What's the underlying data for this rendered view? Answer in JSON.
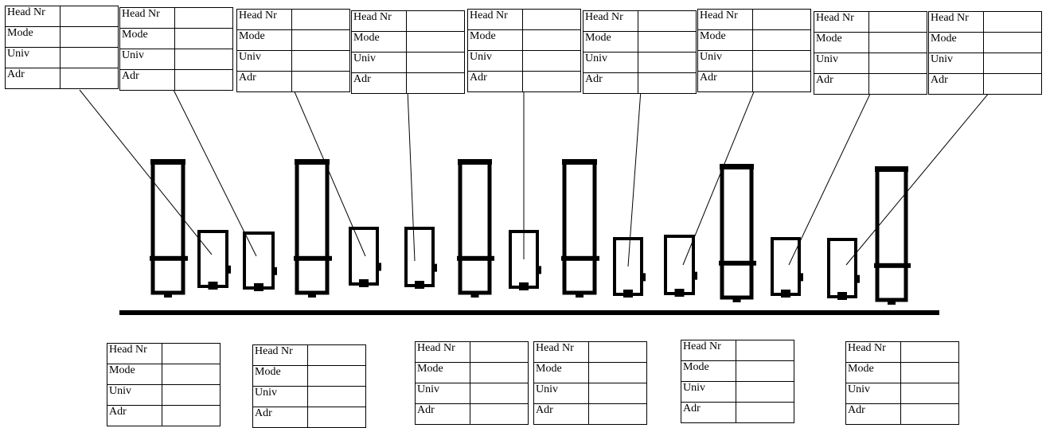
{
  "row_labels": [
    "Head Nr",
    "Mode",
    "Univ",
    "Adr"
  ],
  "top_tables": [
    {
      "values": [
        "",
        "",
        "",
        ""
      ]
    },
    {
      "values": [
        "",
        "",
        "",
        ""
      ]
    },
    {
      "values": [
        "",
        "",
        "",
        ""
      ]
    },
    {
      "values": [
        "",
        "",
        "",
        ""
      ]
    },
    {
      "values": [
        "",
        "",
        "",
        ""
      ]
    },
    {
      "values": [
        "",
        "",
        "",
        ""
      ]
    },
    {
      "values": [
        "",
        "",
        "",
        ""
      ]
    },
    {
      "values": [
        "",
        "",
        "",
        ""
      ]
    },
    {
      "values": [
        "",
        "",
        "",
        ""
      ]
    }
  ],
  "bottom_tables": [
    {
      "values": [
        "",
        "",
        "",
        ""
      ]
    },
    {
      "values": [
        "",
        "",
        "",
        ""
      ]
    },
    {
      "values": [
        "",
        "",
        "",
        ""
      ]
    },
    {
      "values": [
        "",
        "",
        "",
        ""
      ]
    },
    {
      "values": [
        "",
        "",
        "",
        ""
      ]
    },
    {
      "values": [
        "",
        "",
        "",
        ""
      ]
    }
  ],
  "fixtures": [
    {
      "type": "tall"
    },
    {
      "type": "small"
    },
    {
      "type": "small"
    },
    {
      "type": "tall"
    },
    {
      "type": "small"
    },
    {
      "type": "small"
    },
    {
      "type": "tall"
    },
    {
      "type": "small"
    },
    {
      "type": "tall"
    },
    {
      "type": "small"
    },
    {
      "type": "small"
    },
    {
      "type": "tall"
    },
    {
      "type": "small"
    },
    {
      "type": "small"
    },
    {
      "type": "tall"
    }
  ],
  "colors": {
    "stroke": "#000000",
    "background": "#ffffff"
  }
}
